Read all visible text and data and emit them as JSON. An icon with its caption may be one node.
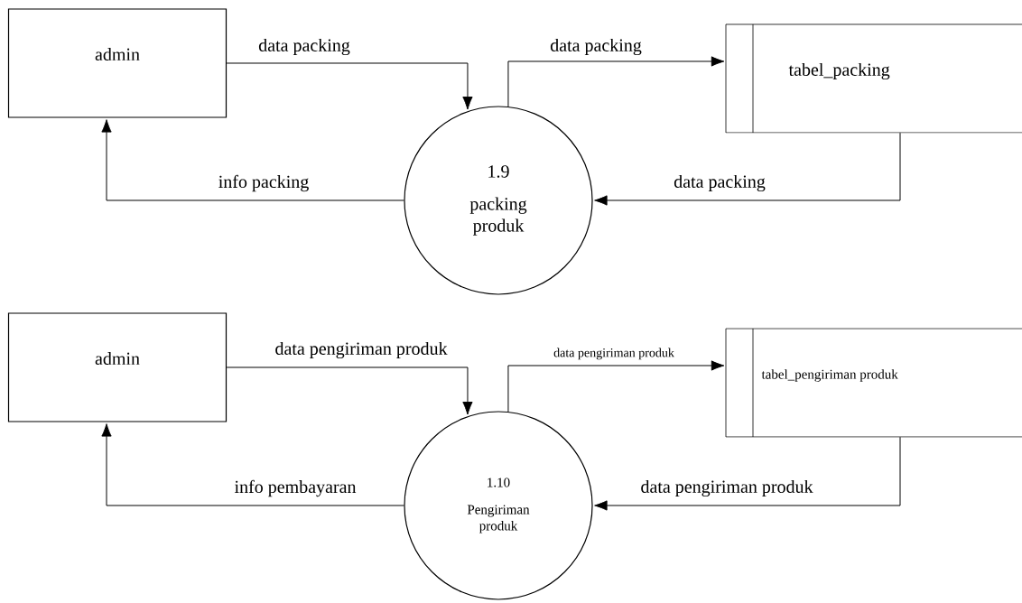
{
  "diagram": {
    "nodes": [
      {
        "text": [
          "admin"
        ]
      },
      {
        "text": [
          "1.9",
          "packing produk"
        ]
      },
      {
        "text": [
          "tabel_packing"
        ]
      },
      {
        "text": [
          "admin"
        ]
      },
      {
        "text": [
          "1.10",
          "Pengiriman produk"
        ]
      },
      {
        "text": [
          "tabel_pengiriman produk"
        ]
      }
    ],
    "edges": [
      {
        "from": 0,
        "to": 1,
        "arrow": "to",
        "label": "data packing"
      },
      {
        "from": 1,
        "to": 2,
        "arrow": "to",
        "label": "data packing"
      },
      {
        "from": 2,
        "to": 1,
        "arrow": "to",
        "label": "data packing"
      },
      {
        "from": 1,
        "to": 0,
        "arrow": "to",
        "label": "info packing"
      },
      {
        "from": 3,
        "to": 4,
        "arrow": "to",
        "label": "data pengiriman produk"
      },
      {
        "from": 4,
        "to": 5,
        "arrow": "to",
        "label": "data pengiriman produk"
      },
      {
        "from": 5,
        "to": 4,
        "arrow": "to",
        "label": "data pengiriman produk"
      },
      {
        "from": 4,
        "to": 3,
        "arrow": "to",
        "label": "info pembayaran"
      }
    ]
  }
}
